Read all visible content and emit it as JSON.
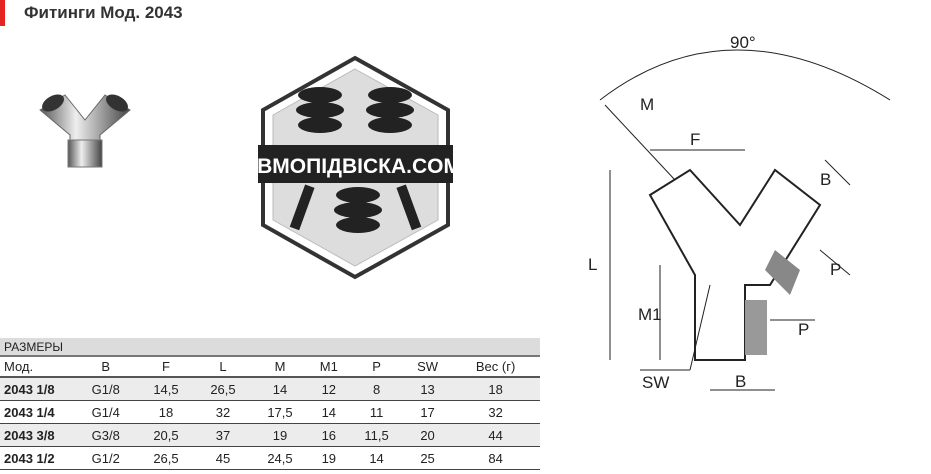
{
  "title": "Фитинги Мод. 2043",
  "logo_text": "ПНЕВМОПІДВІСКА.COM.UA",
  "diagram": {
    "angle": "90°",
    "labels": [
      "M",
      "F",
      "B",
      "L",
      "M1",
      "P",
      "SW",
      "B",
      "P"
    ]
  },
  "table": {
    "section": "РАЗМЕРЫ",
    "headers": [
      "Мод.",
      "B",
      "F",
      "L",
      "M",
      "M1",
      "P",
      "SW",
      "Вес (г)"
    ],
    "rows": [
      [
        "2043 1/8",
        "G1/8",
        "14,5",
        "26,5",
        "14",
        "12",
        "8",
        "13",
        "18"
      ],
      [
        "2043 1/4",
        "G1/4",
        "18",
        "32",
        "17,5",
        "14",
        "11",
        "17",
        "32"
      ],
      [
        "2043 3/8",
        "G3/8",
        "20,5",
        "37",
        "19",
        "16",
        "11,5",
        "20",
        "44"
      ],
      [
        "2043 1/2",
        "G1/2",
        "26,5",
        "45",
        "24,5",
        "19",
        "14",
        "25",
        "84"
      ]
    ]
  }
}
